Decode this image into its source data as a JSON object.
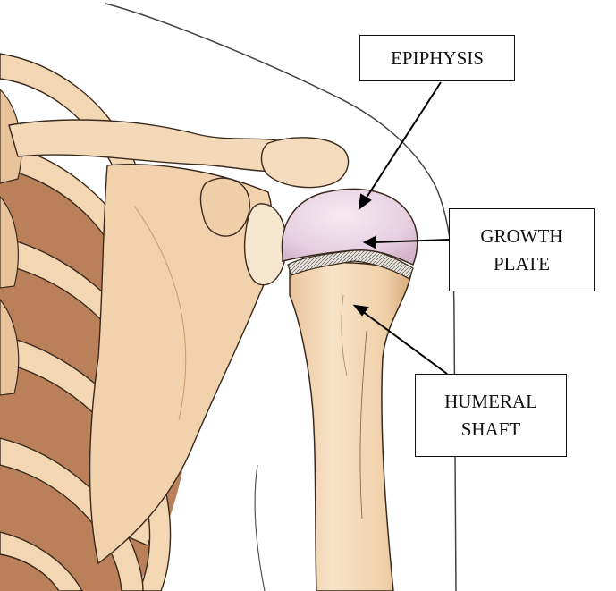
{
  "labels": {
    "epiphysis": "EPIPHYSIS",
    "growth_plate": [
      "GROWTH",
      "PLATE"
    ],
    "humeral_shaft": [
      "HUMERAL",
      "SHAFT"
    ]
  },
  "colors": {
    "bone": "#f3d6b2",
    "bone_shadow": "#d9ad7c",
    "rib_dark": "#b57a52",
    "epiphysis": "#e9d3e2",
    "outline": "#3a2a1e",
    "skin_line": "#444444"
  }
}
